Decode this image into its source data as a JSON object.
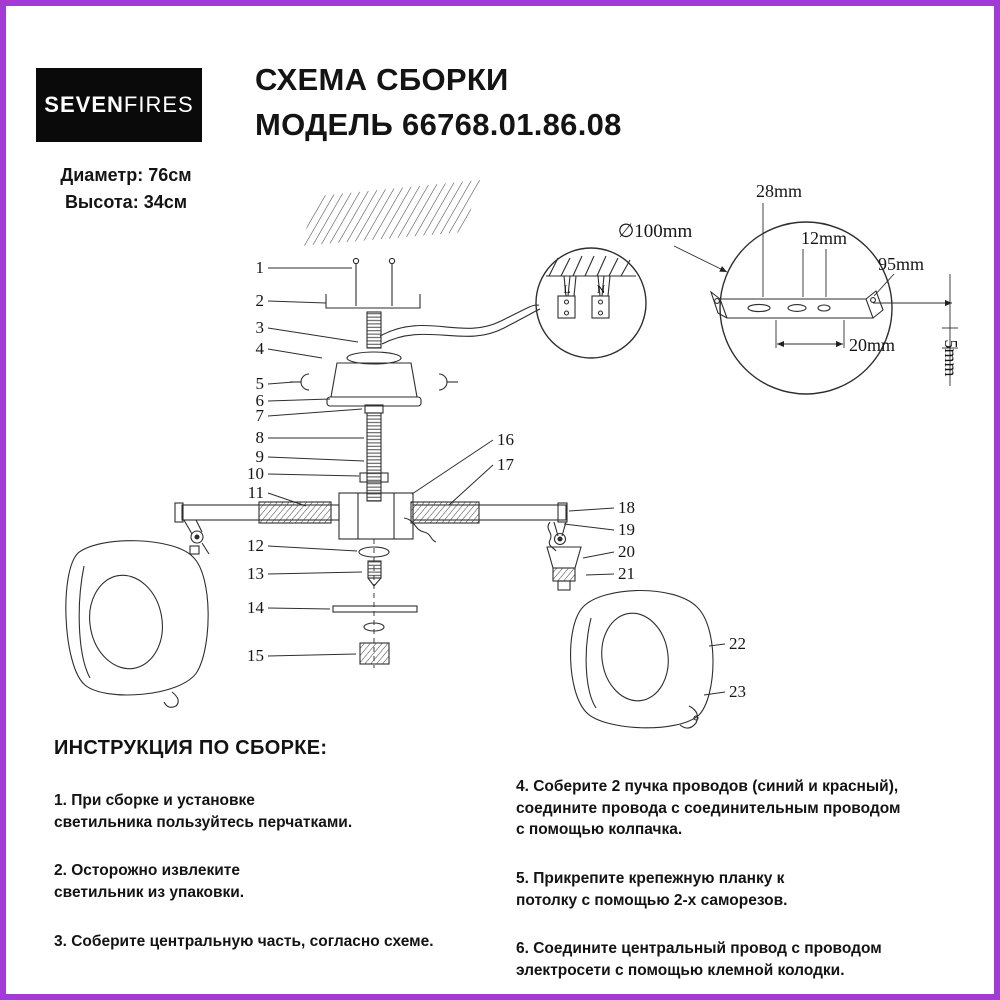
{
  "colors": {
    "border": "#A23BD5",
    "logo-bg": "#0A0A0A"
  },
  "logo": {
    "bold": "SEVEN",
    "light": "FIRES"
  },
  "header": {
    "title_line1": "СХЕМА СБОРКИ",
    "title_line2": "МОДЕЛЬ 66768.01.86.08"
  },
  "specs": {
    "diameter": "Диаметр: 76см",
    "height": "Высота: 34см"
  },
  "diagram": {
    "parts": [
      "1",
      "2",
      "3",
      "4",
      "5",
      "6",
      "7",
      "8",
      "9",
      "10",
      "11",
      "12",
      "13",
      "14",
      "15",
      "16",
      "17",
      "18",
      "19",
      "20",
      "21",
      "22",
      "23"
    ],
    "dims": {
      "d100": "∅100mm",
      "d28": "28mm",
      "d12": "12mm",
      "d95": "95mm",
      "d20": "20mm",
      "d5": "5mm"
    },
    "wire_labels": {
      "l": "L",
      "n": "N"
    }
  },
  "instructions": {
    "heading": "ИНСТРУКЦИЯ ПО СБОРКЕ:",
    "col1": [
      "1. При сборке и установке\nсветильника пользуйтесь перчатками.",
      "2. Осторожно извлеките\nсветильник из упаковки.",
      "3. Соберите центральную часть, согласно схеме."
    ],
    "col2": [
      "4. Соберите 2 пучка проводов (синий и красный),\nсоедините провода с соединительным проводом\nс помощью колпачка.",
      "5. Прикрепите крепежную планку к\nпотолку с помощью 2-х саморезов.",
      "6. Соедините центральный провод с проводом\nэлектросети с помощью клемной колодки."
    ]
  }
}
